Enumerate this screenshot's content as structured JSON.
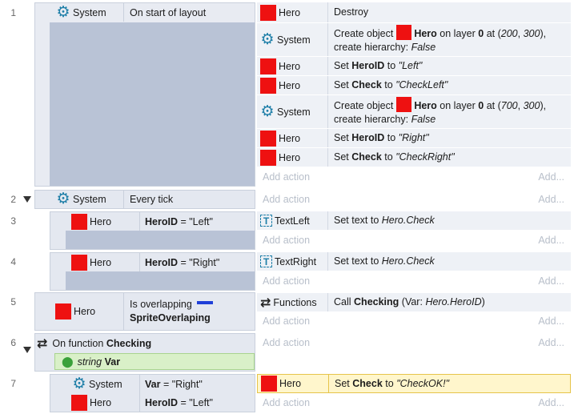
{
  "colors": {
    "object_hero": "#ee1111",
    "system_gear": "#1f7fa8",
    "highlight_row": "#fff6cc",
    "param_bg": "#d9f0c8"
  },
  "events": [
    {
      "number": "1",
      "condition": {
        "object": "System",
        "text": "On start of layout"
      },
      "actions": [
        {
          "object": "Hero",
          "text": "Destroy"
        },
        {
          "object": "System",
          "pre": "Create object",
          "obj": "Hero",
          "mid": "on layer",
          "layer": "0",
          "at": "at (",
          "x": "200",
          "y": "300",
          "end": "),",
          "line2": "create hierarchy:",
          "val2": "False"
        },
        {
          "object": "Hero",
          "pre": "Set",
          "var": "HeroID",
          "to": "to",
          "val": "\"Left\""
        },
        {
          "object": "Hero",
          "pre": "Set",
          "var": "Check",
          "to": "to",
          "val": "\"CheckLeft\""
        },
        {
          "object": "System",
          "pre": "Create object",
          "obj": "Hero",
          "mid": "on layer",
          "layer": "0",
          "at": "at (",
          "x": "700",
          "y": "300",
          "end": "),",
          "line2": "create hierarchy:",
          "val2": "False"
        },
        {
          "object": "Hero",
          "pre": "Set",
          "var": "HeroID",
          "to": "to",
          "val": "\"Right\""
        },
        {
          "object": "Hero",
          "pre": "Set",
          "var": "Check",
          "to": "to",
          "val": "\"CheckRight\""
        }
      ]
    },
    {
      "number": "2",
      "condition": {
        "object": "System",
        "text": "Every tick"
      },
      "subevents": [
        {
          "number": "3",
          "object": "Hero",
          "var": "HeroID",
          "eq": "= \"Left\"",
          "action_object": "TextLeft",
          "action_pre": "Set text to",
          "action_val": "Hero.Check"
        },
        {
          "number": "4",
          "object": "Hero",
          "var": "HeroID",
          "eq": "= \"Right\"",
          "action_object": "TextRight",
          "action_pre": "Set text to",
          "action_val": "Hero.Check"
        }
      ]
    },
    {
      "number": "5",
      "condition": {
        "object": "Hero",
        "line1": "Is overlapping",
        "line2": "SpriteOverlaping"
      },
      "action": {
        "object": "Functions",
        "pre": "Call",
        "fn": "Checking",
        "args_pre": "(Var:",
        "args_val": "Hero.HeroID",
        "args_end": ")"
      }
    },
    {
      "number": "6",
      "function_pre": "On function",
      "function_name": "Checking",
      "param_type": "string",
      "param_name": "Var"
    },
    {
      "number": "7",
      "conditions": [
        {
          "object": "System",
          "var": "Var",
          "eq": "= \"Right\""
        },
        {
          "object": "Hero",
          "var": "HeroID",
          "eq": "= \"Left\""
        }
      ],
      "action": {
        "object": "Hero",
        "pre": "Set",
        "var": "Check",
        "to": "to",
        "val": "\"CheckOK!\""
      }
    }
  ],
  "labels": {
    "add_action": "Add action",
    "add_more": "Add..."
  }
}
